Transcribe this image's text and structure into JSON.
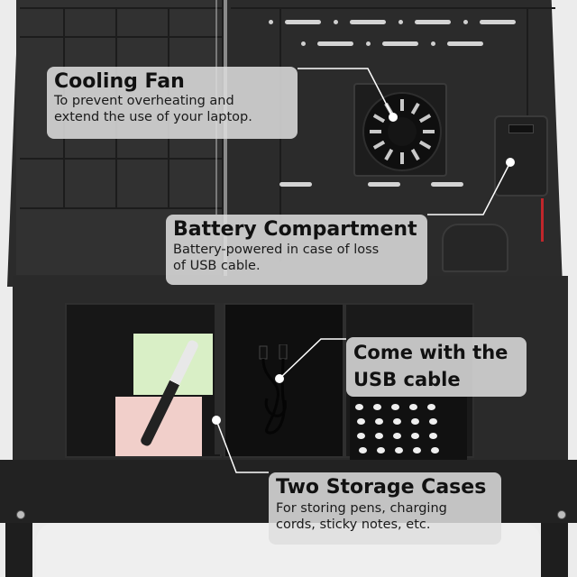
{
  "image": {
    "description": "Product photo of a foldable laptop desk with built-in cooling fan and storage trays",
    "colors": {
      "product_black": "#2b2b2b",
      "callout_bg": "#dedede",
      "callout_text": "#111111",
      "leader_line": "#ffffff",
      "sticky_note_green": "#d9efc6",
      "sticky_note_pink": "#f1cfca",
      "wire_red": "#c0262b"
    }
  },
  "callouts": {
    "cooling_fan": {
      "title": "Cooling Fan",
      "body_line1": "To prevent overheating and",
      "body_line2": "extend the use of your laptop.",
      "icon": "fan-icon"
    },
    "battery": {
      "title": "Battery Compartment",
      "body_line1": "Battery-powered in case of loss",
      "body_line2": "of USB cable.",
      "icon": "battery-icon"
    },
    "usb": {
      "title": "Come with the USB cable",
      "icon": "usb-cable-icon"
    },
    "storage": {
      "title": "Two Storage Cases",
      "body_line1": "For storing pens, charging",
      "body_line2": "cords, sticky notes, etc.",
      "icon": "storage-tray-icon"
    }
  }
}
